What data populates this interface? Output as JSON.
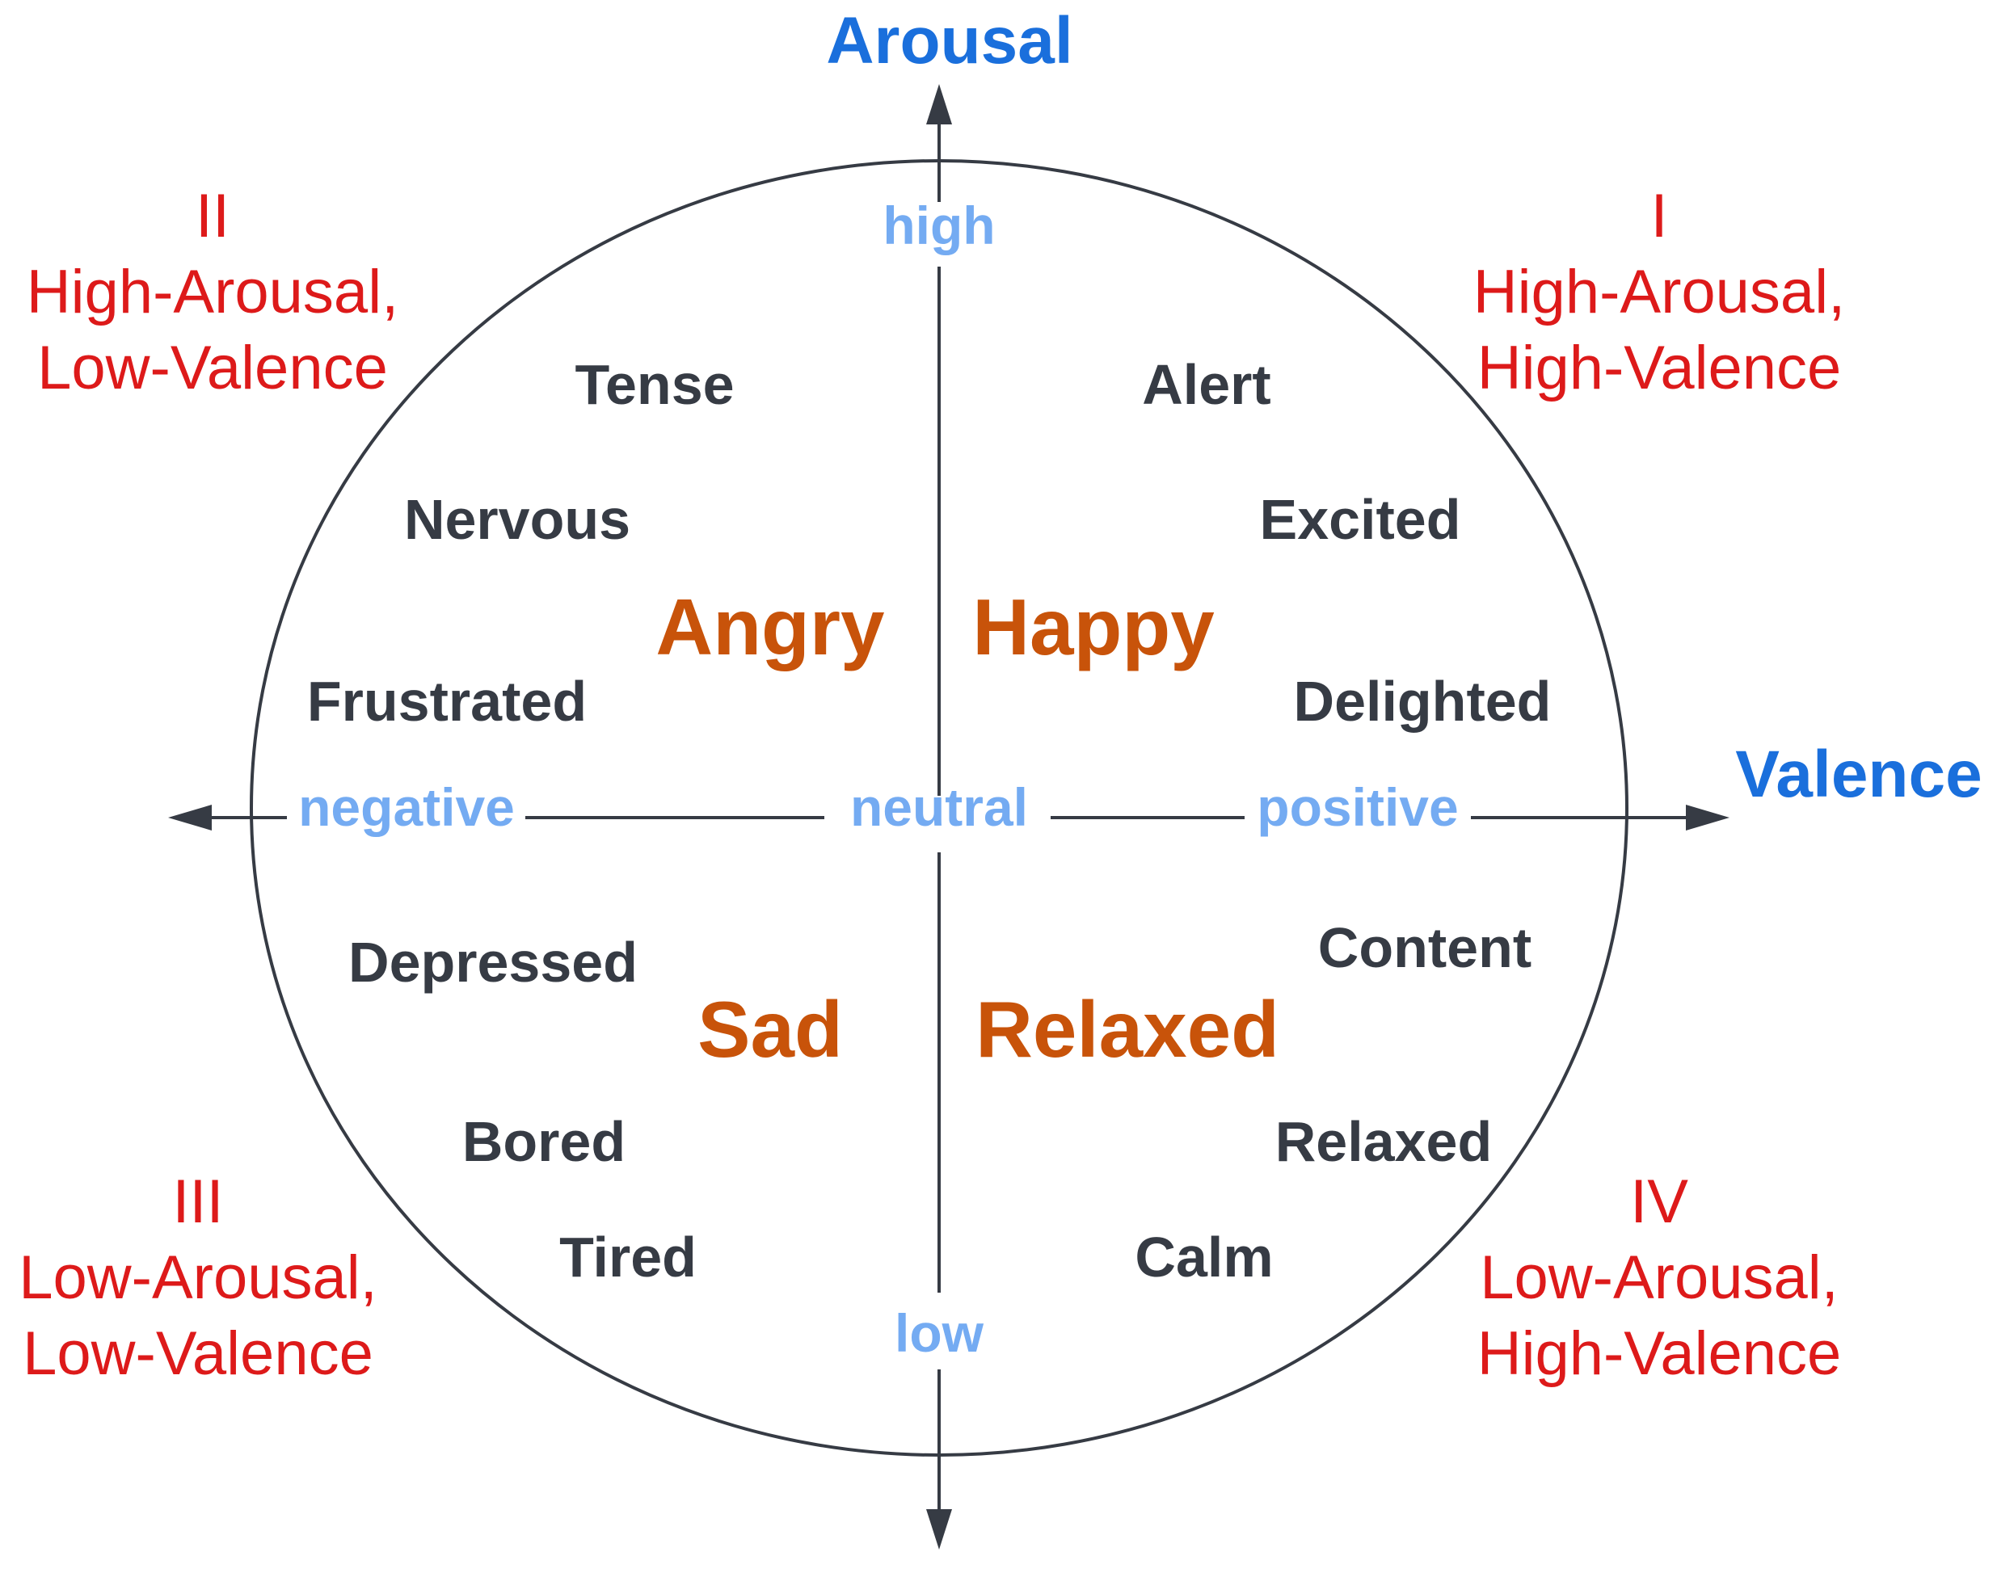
{
  "colors": {
    "axis": "#363b44",
    "axis_title": "#1a6fdc",
    "pole": "#74abf2",
    "emotion": "#363b44",
    "category": "#c8530a",
    "quadrant": "#dd1a1a"
  },
  "axes": {
    "vertical_title": "Arousal",
    "horizontal_title": "Valence",
    "high": "high",
    "low": "low",
    "negative": "negative",
    "neutral": "neutral",
    "positive": "positive"
  },
  "quadrants": [
    {
      "numeral": "I",
      "line1": "High-Arousal,",
      "line2": "High-Valence"
    },
    {
      "numeral": "II",
      "line1": "High-Arousal,",
      "line2": "Low-Valence"
    },
    {
      "numeral": "III",
      "line1": "Low-Arousal,",
      "line2": "Low-Valence"
    },
    {
      "numeral": "IV",
      "line1": "Low-Arousal,",
      "line2": "High-Valence"
    }
  ],
  "categories": {
    "angry": "Angry",
    "happy": "Happy",
    "sad": "Sad",
    "relaxed": "Relaxed"
  },
  "emotions": {
    "tense": "Tense",
    "nervous": "Nervous",
    "frustrated": "Frustrated",
    "alert": "Alert",
    "excited": "Excited",
    "delighted": "Delighted",
    "depressed": "Depressed",
    "bored": "Bored",
    "tired": "Tired",
    "content": "Content",
    "relaxed": "Relaxed",
    "calm": "Calm"
  }
}
